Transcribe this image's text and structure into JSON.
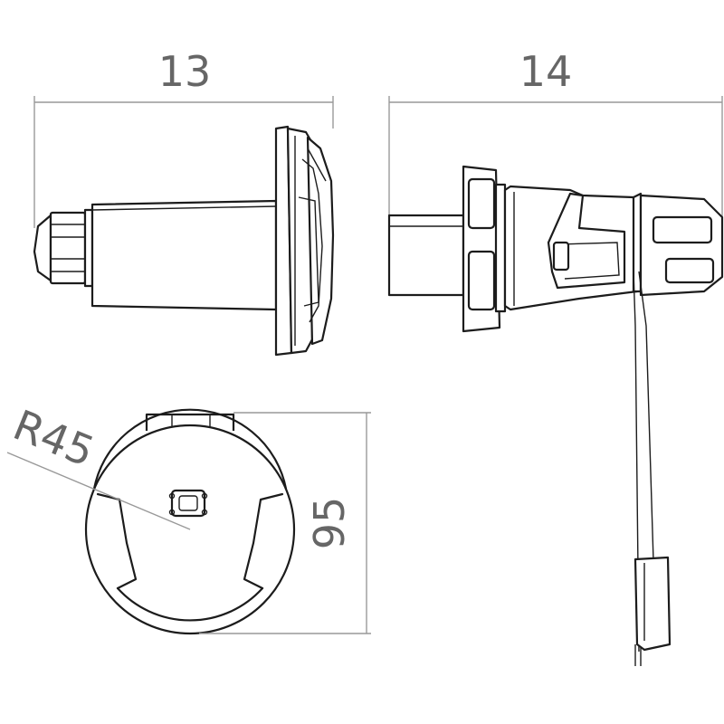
{
  "dimensions": {
    "side_width": "13",
    "cap_width": "14",
    "front_height": "95",
    "front_radius": "R45"
  },
  "colors": {
    "line": "#1c1c1c",
    "dimension": "#999999",
    "dimension_text": "#666666",
    "background": "#ffffff"
  }
}
